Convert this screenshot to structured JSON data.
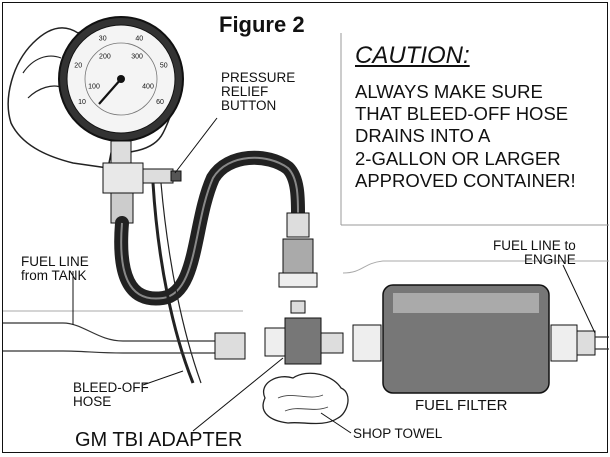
{
  "figure": {
    "title": "Figure 2",
    "caution_heading": "CAUTION:",
    "caution_text": "ALWAYS MAKE SURE\nTHAT BLEED-OFF HOSE\nDRAINS INTO A\n2-GALLON OR LARGER\nAPPROVED CONTAINER!",
    "labels": {
      "pressure_relief": "PRESSURE\nRELIEF\nBUTTON",
      "fuel_line_tank": "FUEL LINE\nfrom TANK",
      "fuel_line_engine": "FUEL LINE to\nENGINE",
      "bleed_off_hose": "BLEED-OFF\nHOSE",
      "fuel_filter": "FUEL FILTER",
      "gm_tbi_adapter": "GM TBI ADAPTER",
      "shop_towel": "SHOP TOWEL"
    },
    "gauge": {
      "ticks": [
        "10",
        "20",
        "30",
        "40",
        "50",
        "60"
      ],
      "inner_ticks": [
        "100",
        "200",
        "300",
        "400"
      ]
    }
  }
}
